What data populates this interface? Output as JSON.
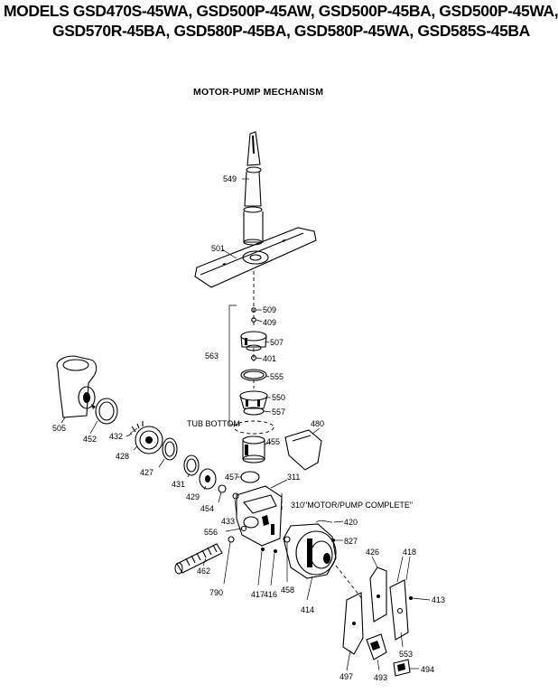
{
  "header": {
    "line1": "MODELS GSD470S-45WA, GSD500P-45AW, GSD500P-45BA, GSD500P-45WA,",
    "line2": "GSD570R-45BA, GSD580P-45BA, GSD580P-45WA, GSD585S-45BA"
  },
  "diagram": {
    "title": "MOTOR-PUMP MECHANISM",
    "notes": {
      "tub_bottom": "TUB BOTTOM",
      "motor_pump_complete": "310\"MOTOR/PUMP COMPLETE\""
    },
    "parts": [
      "549",
      "501",
      "509",
      "409",
      "507",
      "401",
      "555",
      "550",
      "557",
      "455",
      "457",
      "311",
      "563",
      "505",
      "452",
      "432",
      "428",
      "427",
      "431",
      "429",
      "454",
      "433",
      "556",
      "462",
      "790",
      "417",
      "416",
      "458",
      "414",
      "420",
      "827",
      "480",
      "426",
      "418",
      "413",
      "553",
      "497",
      "493",
      "494"
    ]
  }
}
